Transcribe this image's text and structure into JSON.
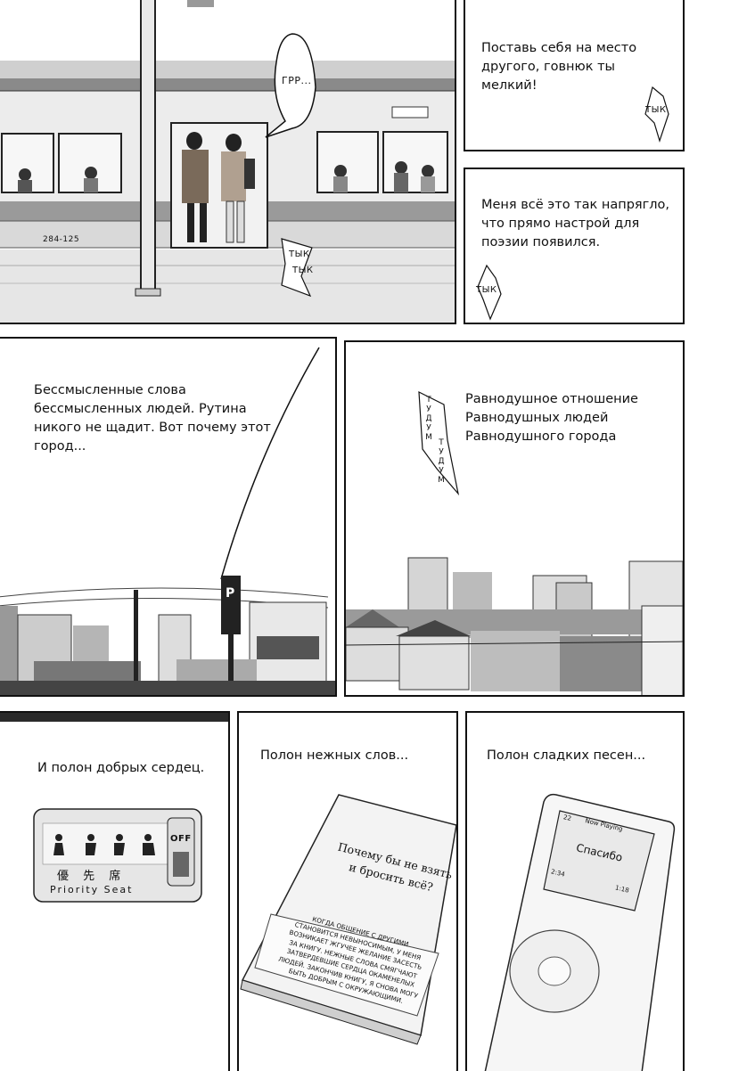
{
  "panel1": {
    "bubble": "ГРР...",
    "sfx": [
      "ТЫК",
      "ТЫК"
    ],
    "train_number": "284-125"
  },
  "panel2": {
    "caption": "Поставь себя на место\nдругого, говнюк ты\nмелкий!",
    "sfx": "ТЫК"
  },
  "panel3": {
    "caption": "Меня всё это так напрягло,\nчто прямо настрой для\nпоэзии появился.",
    "sfx": "ТЫК"
  },
  "panel4": {
    "caption": "Бессмысленные слова\nбессмысленных людей. Рутина\nникого не щадит. Вот почему этот\nгород..."
  },
  "panel5": {
    "caption": "Равнодушное отношение\nРавнодушных людей\nРавнодушного города",
    "sfx": [
      "ТУДУМ",
      "ТУДУМ"
    ]
  },
  "panel6": {
    "caption": "И полон добрых сердец.",
    "sign_kanji": "優 先 席",
    "sign_label": "Priority Seat",
    "sign_off": "OFF"
  },
  "panel7": {
    "caption": "Полон нежных слов...",
    "book_title": "Почему бы не взять\nи бросить всё?",
    "book_blurb": "КОГДА ОБЩЕНИЕ С ДРУГИМИ\nСТАНОВИТСЯ НЕВЫНОСИМЫМ, У МЕНЯ\nВОЗНИКАЕТ ЖГУЧЕЕ ЖЕЛАНИЕ ЗАСЕСТЬ\nЗА КНИГУ. НЕЖНЫЕ СЛОВА СМЯГЧАЮТ\nЗАТВЕРДЕВШИЕ СЕРДЦА ОКАМЕНЕЛЫХ\nЛЮДЕЙ. ЗАКОНЧИВ КНИГУ, Я СНОВА МОГУ\nБЫТЬ ДОБРЫМ С ОКРУЖАЮЩИМИ."
  },
  "panel8": {
    "caption": "Полон сладких песен...",
    "screen_header": "Now Playing",
    "song": "Спасибо",
    "track_index": "22",
    "time_elapsed": "2:34",
    "time_total": "1:18"
  }
}
